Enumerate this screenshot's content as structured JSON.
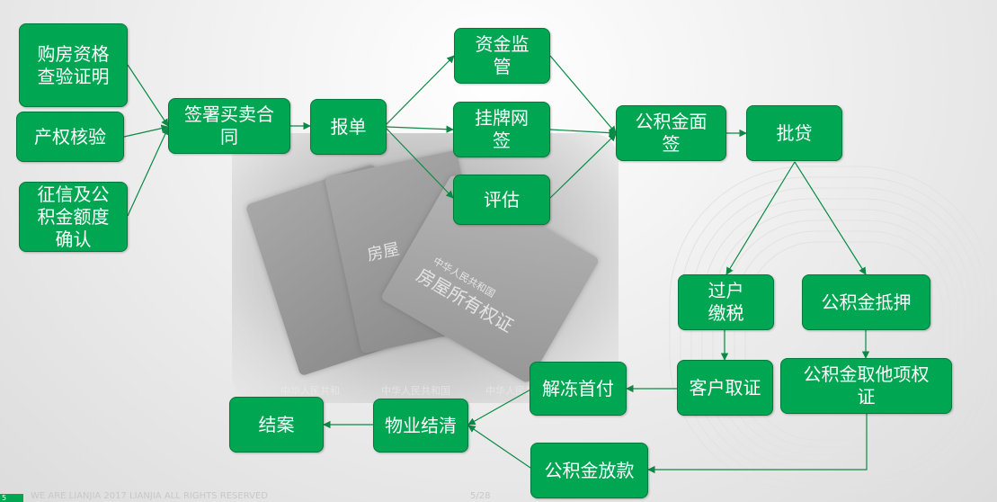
{
  "colors": {
    "node_fill": "#00a651",
    "node_border": "#007a3b",
    "edge": "#0a8a45"
  },
  "nodes": {
    "qualify": "购房资格查验证明",
    "verify_rights": "产权核验",
    "credit": "征信及公积金额度确认",
    "sign_contract": "签署买卖合同",
    "report": "报单",
    "custody": "资金监管",
    "listing": "挂牌网签",
    "appraisal": "评估",
    "interview": "公积金面签",
    "approve": "批贷",
    "transfer_tax": "过户缴税",
    "mortgage": "公积金抵押",
    "get_cert": "客户取证",
    "other_rights": "公积金取他项权证",
    "release_down": "解冻首付",
    "loan_release": "公积金放款",
    "property_clear": "物业结清",
    "close_case": "结案"
  },
  "background": {
    "book_text_1": "中华人民共和国",
    "book_text_2": "房屋所有权证",
    "book_text_3": "中华人民共和",
    "book_text_4": "中华人民共和国",
    "book_text_5": "中华人民共和",
    "book_text_6": "房屋",
    "book_text_7": "房屋所",
    "book_text_8": "权证"
  },
  "footer": {
    "page_index": "5",
    "tagline": "WE ARE LIANJIA 2017 LIANJIA ALL RIGHTS RESERVED",
    "page_of": "5/28"
  }
}
